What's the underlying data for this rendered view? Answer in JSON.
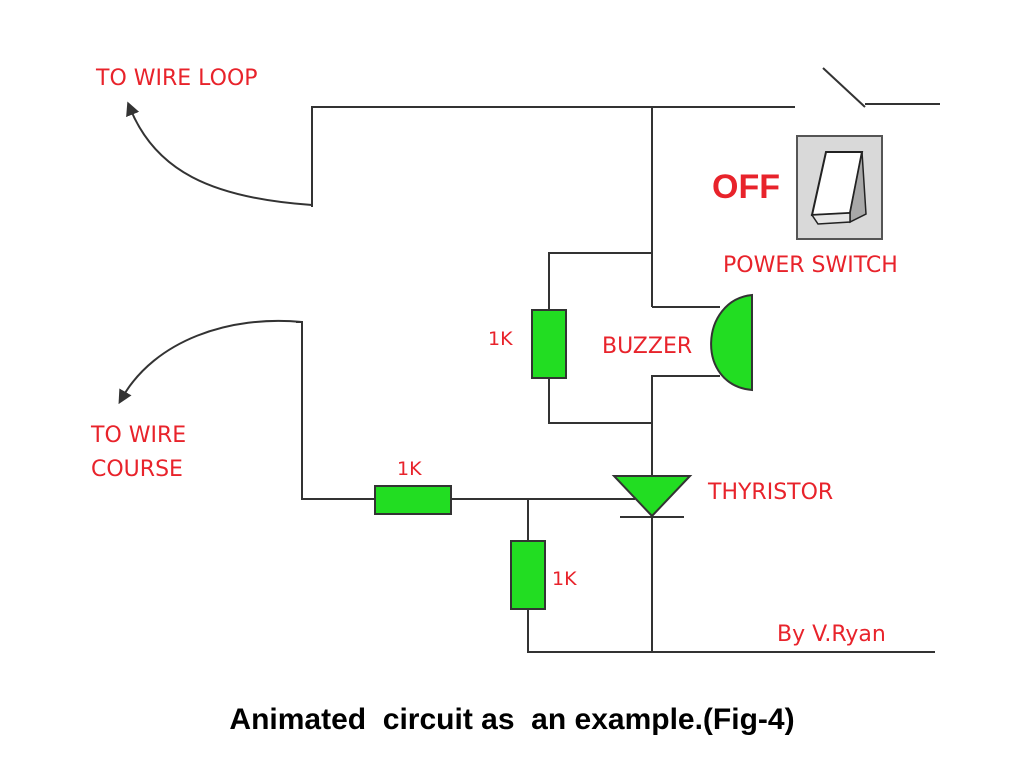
{
  "labels": {
    "to_wire_loop": "TO WIRE LOOP",
    "to_wire_course_line1": "TO WIRE",
    "to_wire_course_line2": "COURSE",
    "off": "OFF",
    "power_switch": "POWER SWITCH",
    "resistor_top": "1K",
    "resistor_middle": "1K",
    "resistor_bottom": "1K",
    "buzzer": "BUZZER",
    "thyristor": "THYRISTOR",
    "author": "By V.Ryan"
  },
  "caption": "Animated  circuit as  an example.(Fig-4)",
  "colors": {
    "label_red": "#e8232b",
    "component_green": "#22dd22",
    "wire": "#333333"
  },
  "switch_state": "off"
}
